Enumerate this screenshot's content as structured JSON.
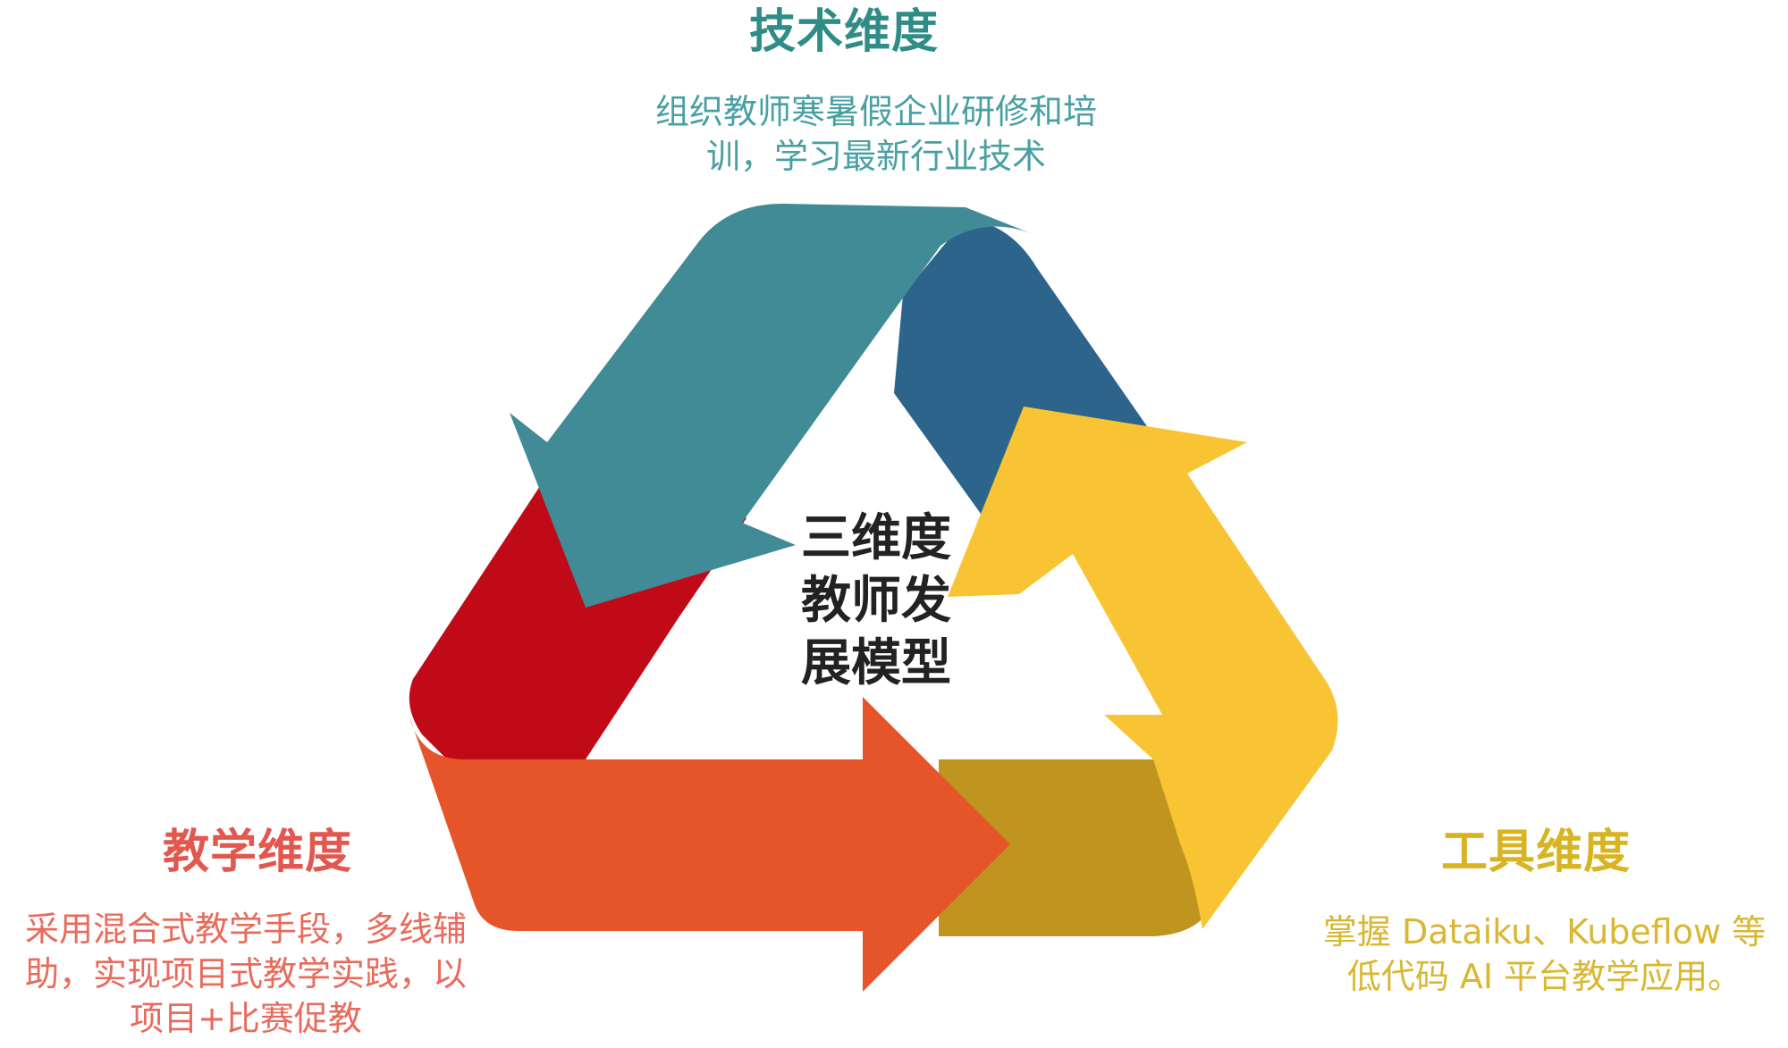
{
  "center": {
    "lines": [
      "三维度",
      "教师发",
      "展模型"
    ]
  },
  "technology": {
    "title": "技术维度",
    "desc_lines": [
      "组织教师寒暑假企业研修和培",
      "训，学习最新行业技术"
    ],
    "color": "#2f8c86",
    "desc_color": "#49a0a3"
  },
  "teaching": {
    "title": "教学维度",
    "desc_lines": [
      "采用混合式教学手段，多线辅",
      "助，实现项目式教学实践，以",
      "项目+比赛促教"
    ],
    "color": "#e2574e",
    "desc_color": "#e86b5c"
  },
  "tools": {
    "title": "工具维度",
    "desc_lines": [
      "掌握 Dataiku、Kubeflow 等",
      "低代码 AI 平台教学应用。"
    ],
    "color": "#d8b423",
    "desc_color": "#d9b731"
  },
  "arrow_colors": {
    "teal": "#408b96",
    "blue": "#2d648c",
    "yellow": "#f8c433",
    "gold": "#c0951f",
    "orange": "#e6552a",
    "red": "#c00a18"
  }
}
